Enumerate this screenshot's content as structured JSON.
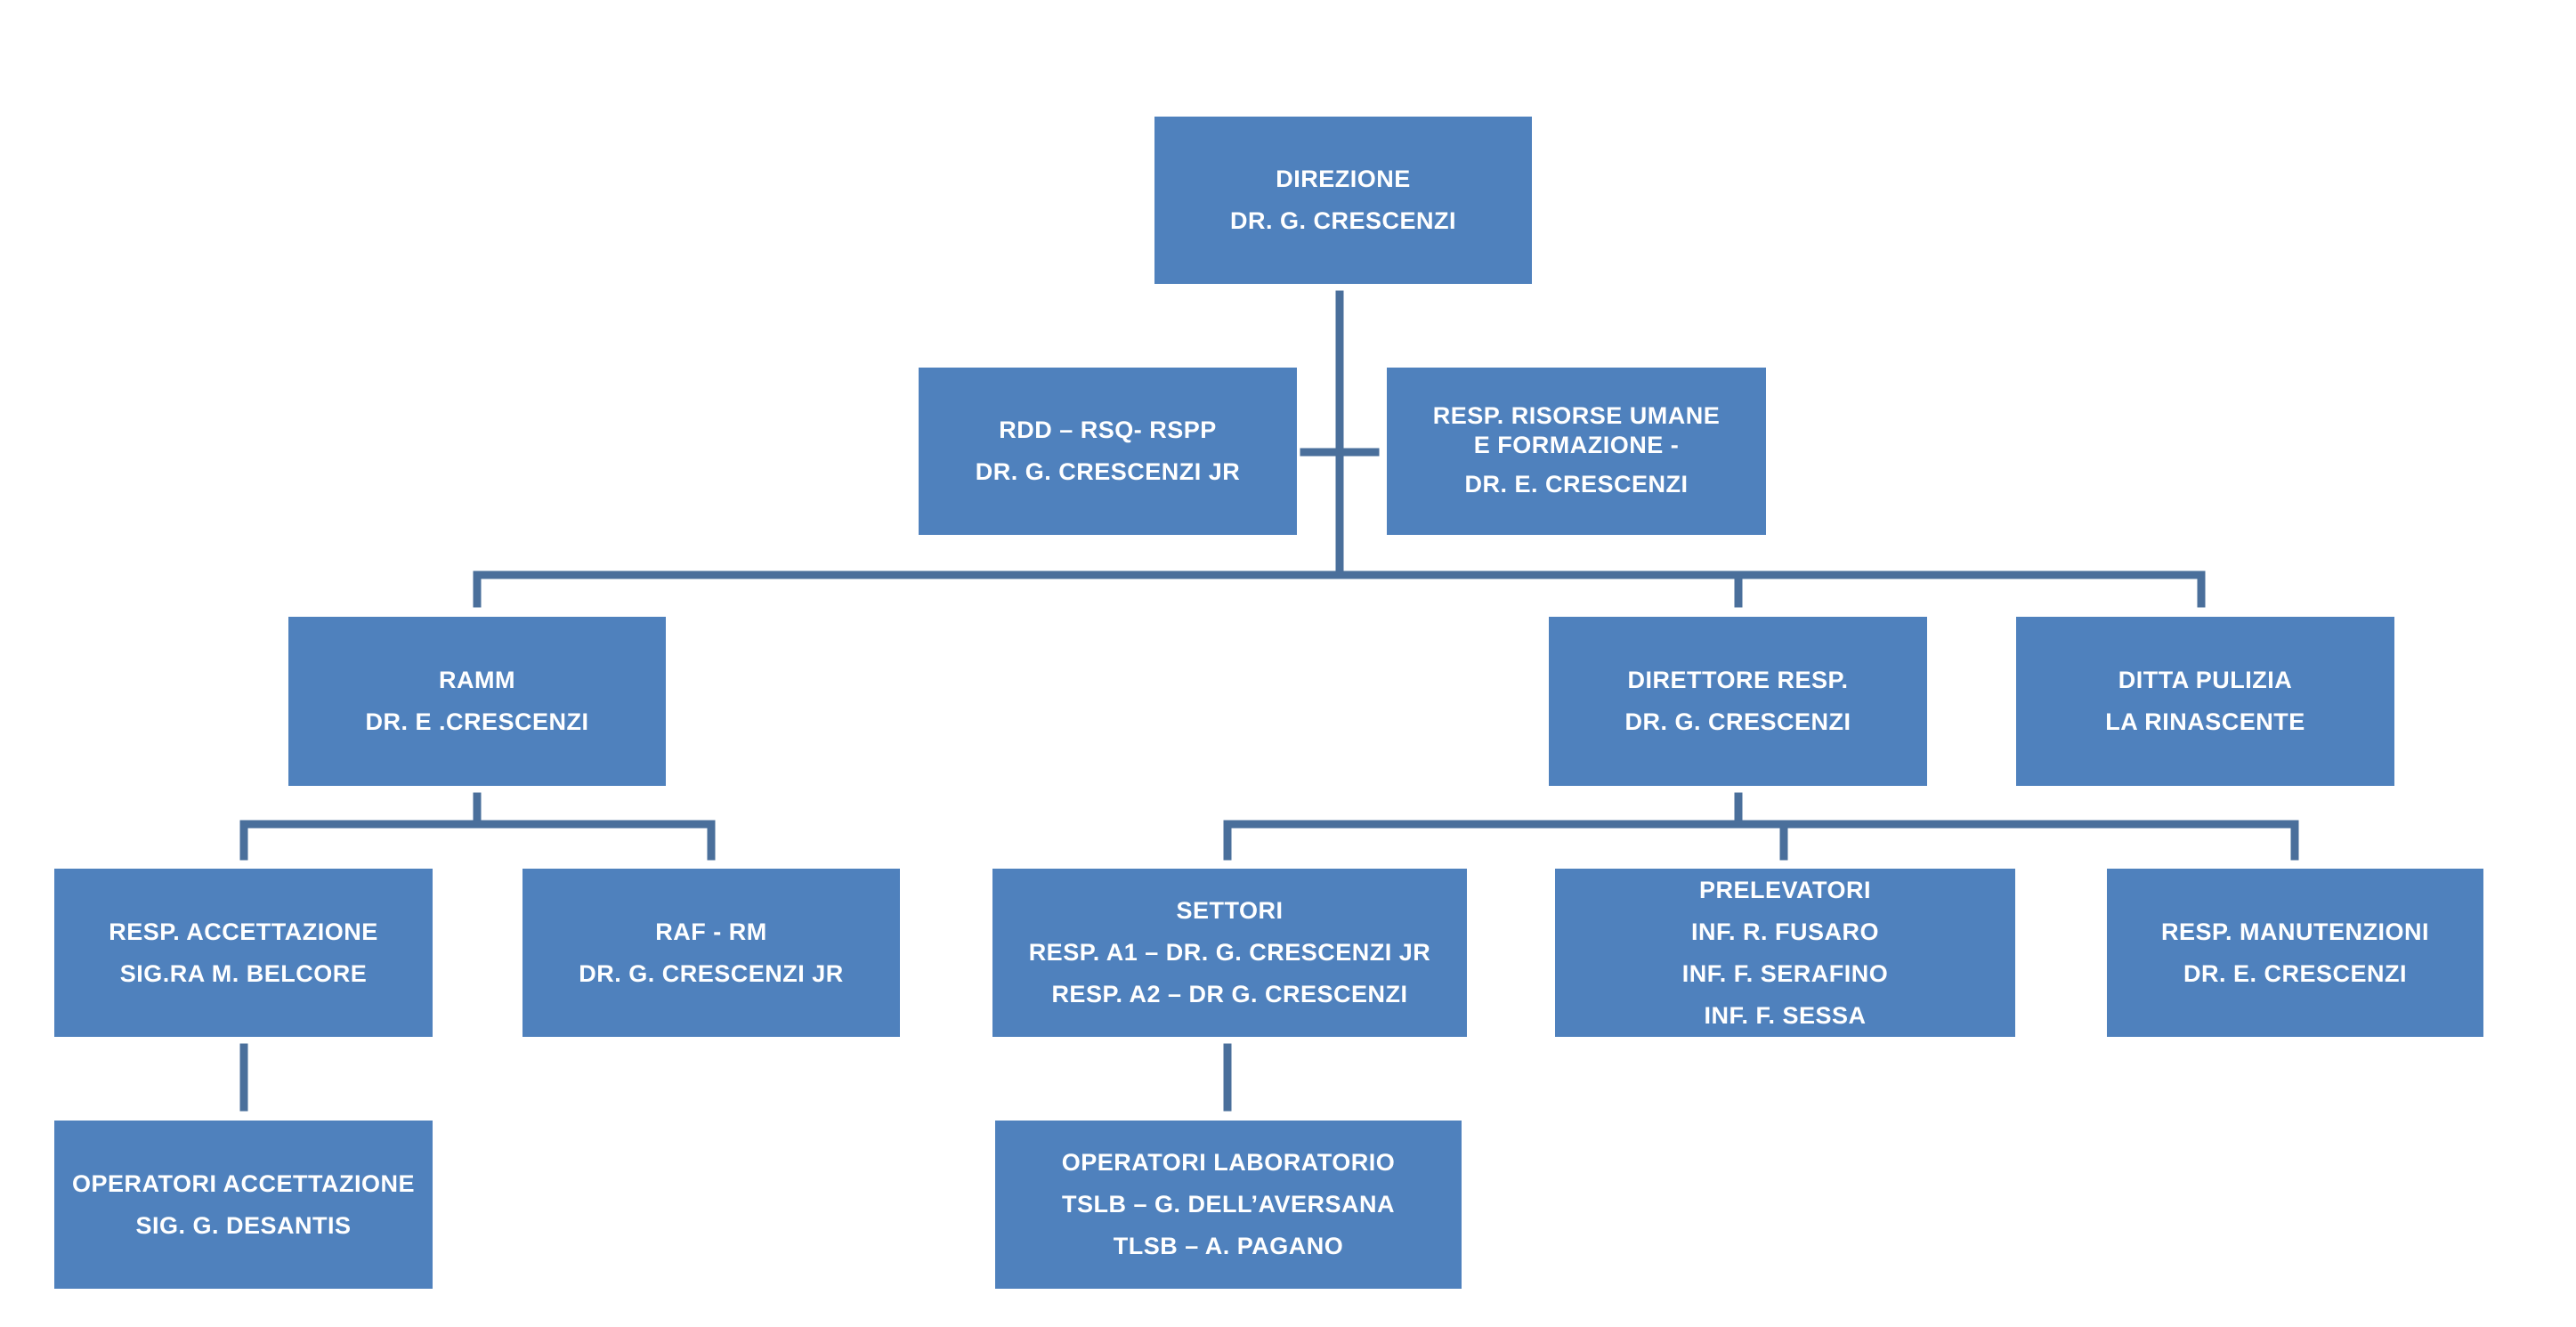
{
  "colors": {
    "box_fill": "#4f81bd",
    "connector": "#4a6f9b",
    "text": "#ffffff"
  },
  "nodes": {
    "direzione": [
      "DIREZIONE",
      "DR. G. CRESCENZI"
    ],
    "rdd": [
      "RDD – RSQ- RSPP",
      "DR. G. CRESCENZI JR"
    ],
    "risorse": [
      "RESP. RISORSE UMANE E FORMAZIONE -",
      "DR. E. CRESCENZI"
    ],
    "ramm": [
      "RAMM",
      "DR. E .CRESCENZI"
    ],
    "direttore": [
      "DIRETTORE RESP.",
      "DR. G. CRESCENZI"
    ],
    "pulizia": [
      "DITTA PULIZIA",
      "LA RINASCENTE"
    ],
    "accettazione": [
      "RESP. ACCETTAZIONE",
      "SIG.RA M. BELCORE"
    ],
    "raf": [
      "RAF - RM",
      "DR. G. CRESCENZI JR"
    ],
    "settori": [
      "SETTORI",
      "RESP. A1 – DR. G. CRESCENZI JR",
      "RESP. A2 – DR G. CRESCENZI"
    ],
    "prelevatori": [
      "PRELEVATORI",
      "INF. R. FUSARO",
      "INF. F. SERAFINO",
      "INF. F. SESSA"
    ],
    "manutenzioni": [
      "RESP. MANUTENZIONI",
      "DR. E. CRESCENZI"
    ],
    "operatori_accettazione": [
      "OPERATORI ACCETTAZIONE",
      "SIG. G. DESANTIS"
    ],
    "operatori_laboratorio": [
      "OPERATORI LABORATORIO",
      "TSLB – G. DELL’AVERSANA",
      "TLSB – A. PAGANO"
    ]
  }
}
